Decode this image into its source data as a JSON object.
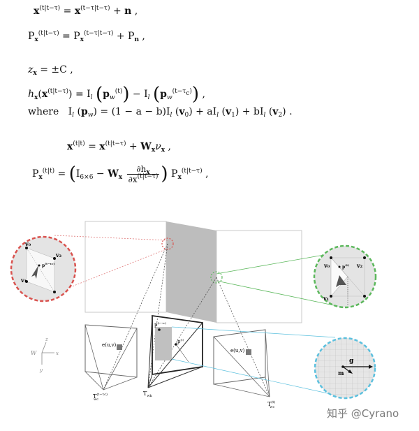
{
  "equations": {
    "eq1_lhs": "x",
    "eq1_sup": "(t|t−τ)",
    "eq1_rhs_sup": "(t−τ|t−τ)",
    "eq1_noise": "n",
    "eq2_lhs": "P",
    "eq2_sub": "x",
    "eq2_sup": "(t|t−τ)",
    "eq2_rhs_sup": "(t−τ|t−τ)",
    "eq2_noise_sub": "n",
    "eq3_var": "z",
    "eq3_sub": "x",
    "eq3_rhs": "= ±C ,",
    "eq4_lhs": "h",
    "eq4_sub": "x",
    "eq4_arg_sup": "(t|t−τ)",
    "eq4_I": "I",
    "eq4_Isub": "l",
    "eq4_p": "p",
    "eq4_psub": "w",
    "eq4_psup1": "(t)",
    "eq4_psup2": "(t−τ",
    "eq4_psup2c": "c",
    "eq5_where": "where",
    "eq5_text": "I",
    "eq5_rhs": "= (1 − a − b)I",
    "eq5_v0": "v",
    "eq5_v0sub": "0",
    "eq5_mid1": ") + aI",
    "eq5_v1sub": "1",
    "eq5_mid2": ") + bI",
    "eq5_v2sub": "2",
    "eq6_lhs_sup": "(t|t)",
    "eq6_rhs_sup": "(t|t−τ)",
    "eq6_W": "W",
    "eq6_nu": "ν",
    "eq7_P": "P",
    "eq7_sup": "(t|t)",
    "eq7_I": "I",
    "eq7_Isub": "6×6",
    "eq7_num": "∂h",
    "eq7_den": "∂x",
    "eq7_den_sup": "(t|t−τ)",
    "eq7_end_sup": "(t|t−τ)"
  },
  "figure": {
    "left_circle": {
      "v0": "v₀",
      "v1": "v₁",
      "v2": "v₂",
      "p": "p",
      "p_sup": "(t−τc)",
      "p_sub": "w"
    },
    "right_circle": {
      "v0": "v₀",
      "v1": "v₁",
      "v2": "v₂",
      "p": "p",
      "p_sup": "(t)",
      "p_sub": "w"
    },
    "blue_circle": {
      "g": "g",
      "m": "m"
    },
    "axes": {
      "w": "W",
      "x": "x",
      "y": "y",
      "z": "z"
    },
    "cameras": {
      "left_label": "T",
      "left_sup": "(t−τc)",
      "left_sub": "wc",
      "mid_label": "T",
      "mid_sub": "wk",
      "right_label": "T",
      "right_sup": "(t)",
      "right_sub": "wc",
      "left_e": "e(u,v)",
      "right_e": "e(u,v)",
      "mid_p1": "p",
      "mid_p1_sup": "(t−τc)",
      "mid_p1_sub": "k",
      "mid_p2": "p",
      "mid_p2_sup": "(t)",
      "mid_p2_sub": "k"
    },
    "colors": {
      "red": "#d9534f",
      "green": "#5cb85c",
      "blue": "#5bc0de",
      "gray": "#c8c8c8"
    }
  },
  "watermark": "知乎 @Cyrano"
}
